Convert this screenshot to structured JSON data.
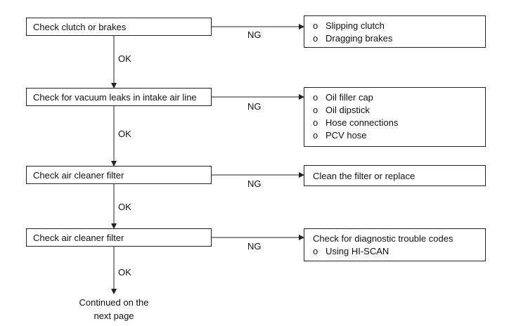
{
  "steps": [
    {
      "label": "Check clutch or brakes",
      "ng": "NG",
      "ok": "OK",
      "result": {
        "heading": "",
        "bullets": [
          "Slipping clutch",
          "Dragging brakes"
        ]
      }
    },
    {
      "label": "Check for vacuum leaks in intake air line",
      "ng": "NG",
      "ok": "OK",
      "result": {
        "heading": "",
        "bullets": [
          "Oil filler cap",
          "Oil dipstick",
          "Hose connections",
          "PCV hose"
        ]
      }
    },
    {
      "label": "Check air cleaner filter",
      "ng": "NG",
      "ok": "OK",
      "result": {
        "heading": "Clean the filter or replace",
        "bullets": []
      }
    },
    {
      "label": "Check air cleaner filter",
      "ng": "NG",
      "ok": "OK",
      "result": {
        "heading": "Check for diagnostic trouble codes",
        "bullets": [
          "Using HI-SCAN"
        ]
      }
    }
  ],
  "bullet_marker": "o",
  "continuation": {
    "line1": "Continued on the",
    "line2": "next page"
  }
}
